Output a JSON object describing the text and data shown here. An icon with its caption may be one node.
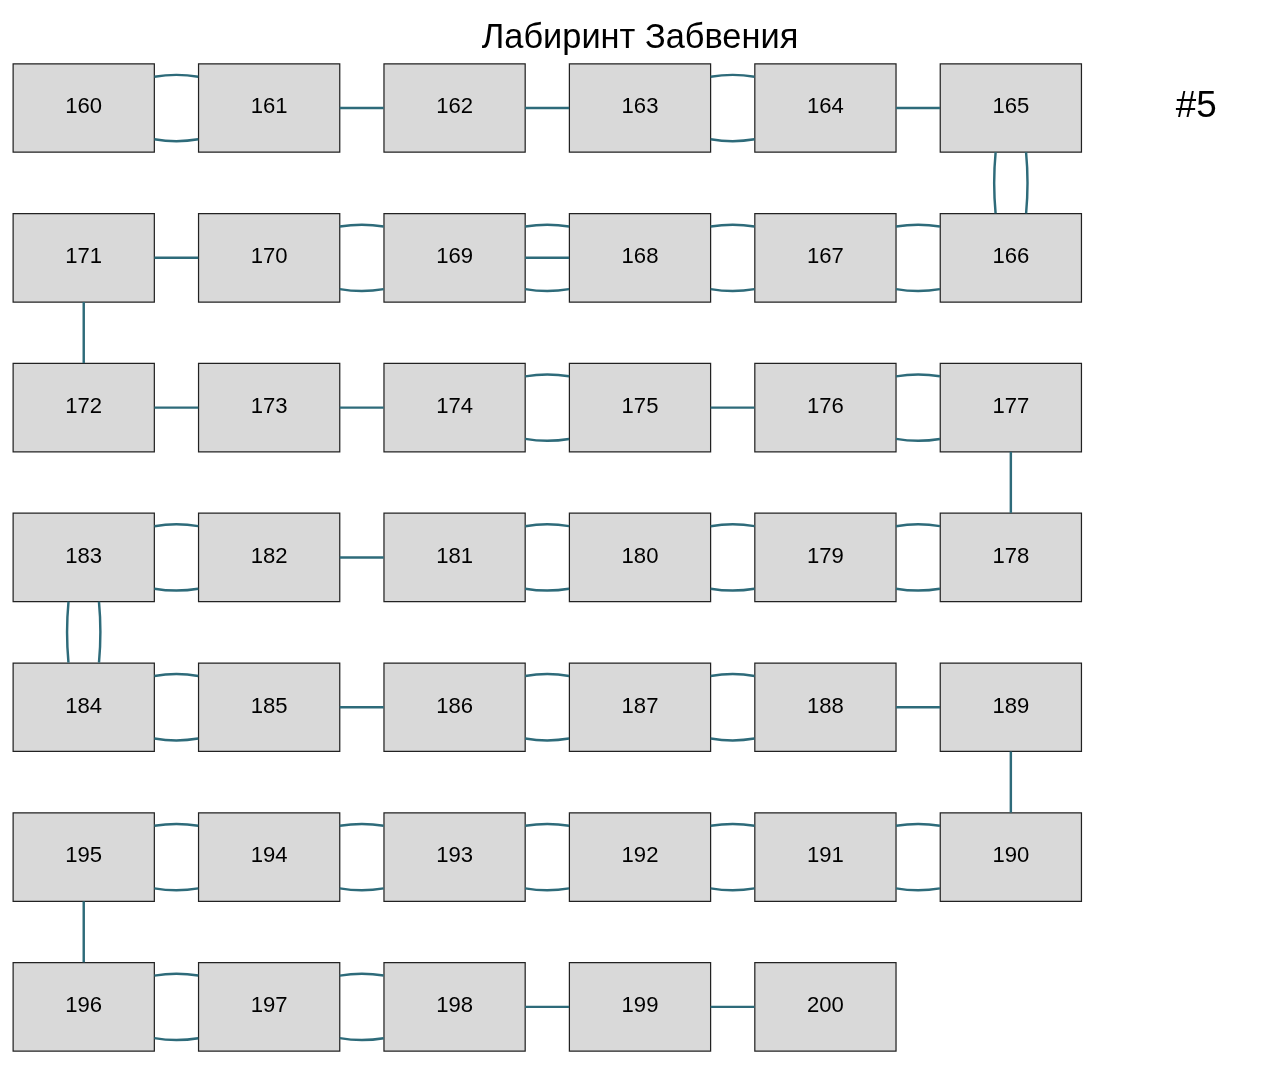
{
  "diagram": {
    "title": "Лабиринт Забвения",
    "nodes": [
      {
        "text": [
          "160"
        ]
      },
      {
        "text": [
          "161"
        ]
      },
      {
        "text": [
          "162"
        ]
      },
      {
        "text": [
          "163"
        ]
      },
      {
        "text": [
          "164"
        ]
      },
      {
        "text": [
          "165"
        ]
      },
      {
        "text": [
          "166"
        ]
      },
      {
        "text": [
          "167"
        ]
      },
      {
        "text": [
          "168"
        ]
      },
      {
        "text": [
          "169"
        ]
      },
      {
        "text": [
          "170"
        ]
      },
      {
        "text": [
          "171"
        ]
      },
      {
        "text": [
          "172"
        ]
      },
      {
        "text": [
          "173"
        ]
      },
      {
        "text": [
          "174"
        ]
      },
      {
        "text": [
          "175"
        ]
      },
      {
        "text": [
          "176"
        ]
      },
      {
        "text": [
          "177"
        ]
      },
      {
        "text": [
          "178"
        ]
      },
      {
        "text": [
          "179"
        ]
      },
      {
        "text": [
          "180"
        ]
      },
      {
        "text": [
          "181"
        ]
      },
      {
        "text": [
          "182"
        ]
      },
      {
        "text": [
          "183"
        ]
      },
      {
        "text": [
          "184"
        ]
      },
      {
        "text": [
          "185"
        ]
      },
      {
        "text": [
          "186"
        ]
      },
      {
        "text": [
          "187"
        ]
      },
      {
        "text": [
          "188"
        ]
      },
      {
        "text": [
          "189"
        ]
      },
      {
        "text": [
          "190"
        ]
      },
      {
        "text": [
          "191"
        ]
      },
      {
        "text": [
          "192"
        ]
      },
      {
        "text": [
          "193"
        ]
      },
      {
        "text": [
          "194"
        ]
      },
      {
        "text": [
          "195"
        ]
      },
      {
        "text": [
          "196"
        ]
      },
      {
        "text": [
          "197"
        ]
      },
      {
        "text": [
          "198"
        ]
      },
      {
        "text": [
          "199"
        ]
      },
      {
        "text": [
          "200"
        ]
      }
    ],
    "edges": [
      {
        "from": 0,
        "to": 1,
        "arrow": "none"
      },
      {
        "from": 0,
        "to": 1,
        "arrow": "none"
      },
      {
        "from": 1,
        "to": 2,
        "arrow": "none"
      },
      {
        "from": 2,
        "to": 3,
        "arrow": "none"
      },
      {
        "from": 3,
        "to": 4,
        "arrow": "none"
      },
      {
        "from": 3,
        "to": 4,
        "arrow": "none"
      },
      {
        "from": 4,
        "to": 5,
        "arrow": "none"
      },
      {
        "from": 5,
        "to": 6,
        "arrow": "none"
      },
      {
        "from": 5,
        "to": 6,
        "arrow": "none"
      },
      {
        "from": 7,
        "to": 6,
        "arrow": "none"
      },
      {
        "from": 7,
        "to": 6,
        "arrow": "none"
      },
      {
        "from": 8,
        "to": 7,
        "arrow": "none"
      },
      {
        "from": 8,
        "to": 7,
        "arrow": "none"
      },
      {
        "from": 9,
        "to": 8,
        "arrow": "none"
      },
      {
        "from": 9,
        "to": 8,
        "arrow": "none"
      },
      {
        "from": 9,
        "to": 8,
        "arrow": "none"
      },
      {
        "from": 10,
        "to": 9,
        "arrow": "none"
      },
      {
        "from": 10,
        "to": 9,
        "arrow": "none"
      },
      {
        "from": 11,
        "to": 10,
        "arrow": "none"
      },
      {
        "from": 11,
        "to": 12,
        "arrow": "none"
      },
      {
        "from": 12,
        "to": 13,
        "arrow": "none"
      },
      {
        "from": 13,
        "to": 14,
        "arrow": "none"
      },
      {
        "from": 14,
        "to": 15,
        "arrow": "none"
      },
      {
        "from": 14,
        "to": 15,
        "arrow": "none"
      },
      {
        "from": 15,
        "to": 16,
        "arrow": "none"
      },
      {
        "from": 16,
        "to": 17,
        "arrow": "none"
      },
      {
        "from": 16,
        "to": 17,
        "arrow": "none"
      },
      {
        "from": 17,
        "to": 18,
        "arrow": "none"
      },
      {
        "from": 19,
        "to": 18,
        "arrow": "none"
      },
      {
        "from": 19,
        "to": 18,
        "arrow": "none"
      },
      {
        "from": 20,
        "to": 19,
        "arrow": "none"
      },
      {
        "from": 20,
        "to": 19,
        "arrow": "none"
      },
      {
        "from": 21,
        "to": 20,
        "arrow": "none"
      },
      {
        "from": 21,
        "to": 20,
        "arrow": "none"
      },
      {
        "from": 22,
        "to": 21,
        "arrow": "none"
      },
      {
        "from": 23,
        "to": 22,
        "arrow": "none"
      },
      {
        "from": 23,
        "to": 22,
        "arrow": "none"
      },
      {
        "from": 23,
        "to": 24,
        "arrow": "none"
      },
      {
        "from": 23,
        "to": 24,
        "arrow": "none"
      },
      {
        "from": 24,
        "to": 25,
        "arrow": "none"
      },
      {
        "from": 24,
        "to": 25,
        "arrow": "none"
      },
      {
        "from": 25,
        "to": 26,
        "arrow": "none"
      },
      {
        "from": 26,
        "to": 27,
        "arrow": "none"
      },
      {
        "from": 26,
        "to": 27,
        "arrow": "none"
      },
      {
        "from": 27,
        "to": 28,
        "arrow": "none"
      },
      {
        "from": 27,
        "to": 28,
        "arrow": "none"
      },
      {
        "from": 28,
        "to": 29,
        "arrow": "none"
      },
      {
        "from": 29,
        "to": 30,
        "arrow": "none"
      },
      {
        "from": 31,
        "to": 30,
        "arrow": "none"
      },
      {
        "from": 31,
        "to": 30,
        "arrow": "none"
      },
      {
        "from": 32,
        "to": 31,
        "arrow": "none"
      },
      {
        "from": 32,
        "to": 31,
        "arrow": "none"
      },
      {
        "from": 33,
        "to": 32,
        "arrow": "none"
      },
      {
        "from": 33,
        "to": 32,
        "arrow": "none"
      },
      {
        "from": 34,
        "to": 33,
        "arrow": "none"
      },
      {
        "from": 34,
        "to": 33,
        "arrow": "none"
      },
      {
        "from": 35,
        "to": 34,
        "arrow": "none"
      },
      {
        "from": 35,
        "to": 34,
        "arrow": "none"
      },
      {
        "from": 35,
        "to": 36,
        "arrow": "none"
      },
      {
        "from": 36,
        "to": 37,
        "arrow": "none"
      },
      {
        "from": 36,
        "to": 37,
        "arrow": "none"
      },
      {
        "from": 37,
        "to": 38,
        "arrow": "none"
      },
      {
        "from": 37,
        "to": 38,
        "arrow": "none"
      },
      {
        "from": 38,
        "to": 39,
        "arrow": "none"
      },
      {
        "from": 39,
        "to": 40,
        "arrow": "none"
      }
    ],
    "labels": [
      "#5"
    ]
  }
}
